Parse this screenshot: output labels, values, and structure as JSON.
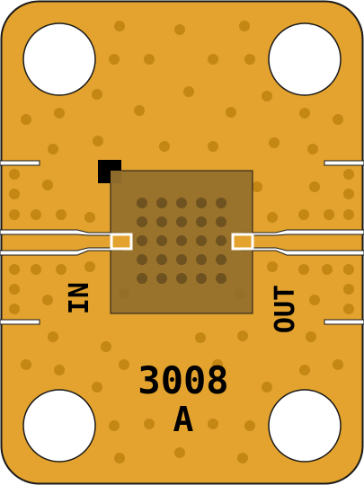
{
  "board": {
    "part_number": "3008",
    "revision": "A",
    "port_in_label": "IN",
    "port_out_label": "OUT"
  },
  "colors": {
    "copper": "#E3A32E",
    "outline": "#1a1a1a",
    "via": "#C48714",
    "hole": "#ffffff",
    "chip_body": "#8E6B2B",
    "silkscreen": "#000000",
    "background": "#ffffff"
  }
}
